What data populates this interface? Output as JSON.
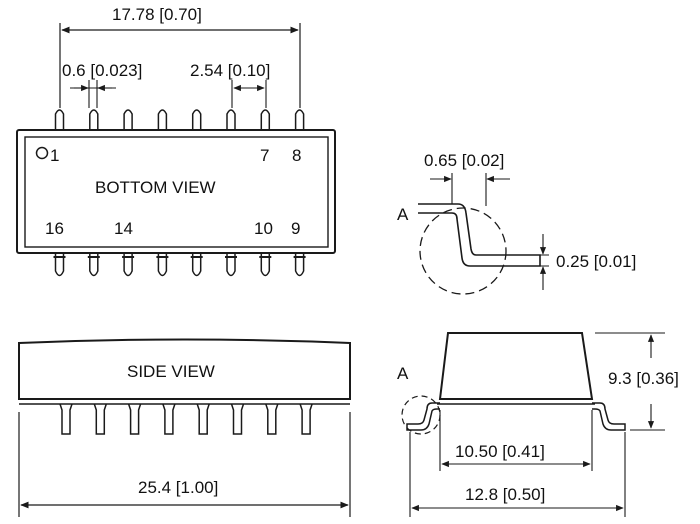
{
  "colors": {
    "line": "#1a1a1a",
    "fill": "#ffffff",
    "text": "#111111"
  },
  "bottom_view": {
    "title": "BOTTOM VIEW",
    "pins": {
      "p1": "1",
      "p7": "7",
      "p8": "8",
      "p16": "16",
      "p14": "14",
      "p10": "10",
      "p9": "9"
    },
    "dims": {
      "overall_span": "17.78 [0.70]",
      "lead_width": "0.6 [0.023]",
      "pitch": "2.54 [0.10]"
    }
  },
  "side_view": {
    "title": "SIDE VIEW",
    "dims": {
      "length": "25.4 [1.00]"
    }
  },
  "detail_a": {
    "marker": "A",
    "dims": {
      "lead_length": "0.65 [0.02]",
      "lead_thickness": "0.25 [0.01]"
    }
  },
  "end_view": {
    "marker": "A",
    "dims": {
      "height": "9.3 [0.36]",
      "body_width": "10.50 [0.41]",
      "overall_width": "12.8 [0.50]"
    }
  }
}
